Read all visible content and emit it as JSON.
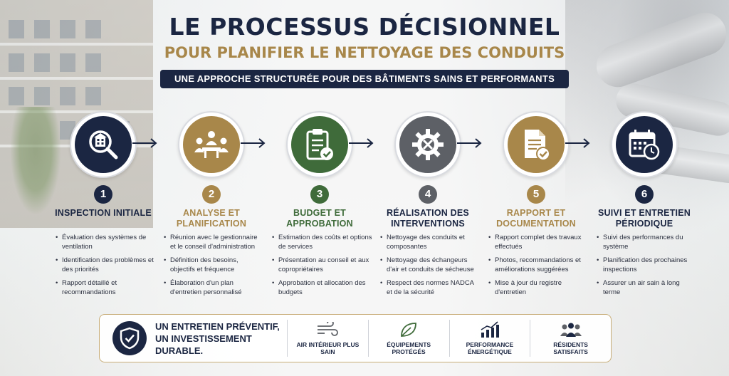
{
  "header": {
    "title_line1": "LE PROCESSUS DÉCISIONNEL",
    "title_line2": "POUR PLANIFIER LE NETTOYAGE DES CONDUITS",
    "subtitle": "UNE APPROCHE STRUCTURÉE POUR DES BÂTIMENTS SAINS ET PERFORMANTS"
  },
  "colors": {
    "navy": "#1b2642",
    "gold": "#a8874a",
    "green": "#3f6b3a",
    "gray": "#5d6066"
  },
  "steps": [
    {
      "number": "1",
      "title": "INSPECTION INITIALE",
      "icon": "building-magnifier-icon",
      "color": "#1b2642",
      "bullets": [
        "Évaluation des systèmes de ventilation",
        "Identification des problèmes et des priorités",
        "Rapport détaillé et recommandations"
      ]
    },
    {
      "number": "2",
      "title": "ANALYSE ET PLANIFICATION",
      "icon": "meeting-table-icon",
      "color": "#a8874a",
      "bullets": [
        "Réunion avec le gestionnaire et le conseil d'administration",
        "Définition des besoins, objectifs et fréquence",
        "Élaboration d'un plan d'entretien personnalisé"
      ]
    },
    {
      "number": "3",
      "title": "BUDGET ET APPROBATION",
      "icon": "clipboard-check-icon",
      "color": "#3f6b3a",
      "bullets": [
        "Estimation des coûts et options de services",
        "Présentation au conseil et aux copropriétaires",
        "Approbation et allocation des budgets"
      ]
    },
    {
      "number": "4",
      "title": "RÉALISATION DES INTERVENTIONS",
      "icon": "gear-tools-icon",
      "color": "#5d6066",
      "bullets": [
        "Nettoyage des conduits et composantes",
        "Nettoyage des échangeurs d'air et conduits de sécheuse",
        "Respect des normes NADCA et de la sécurité"
      ]
    },
    {
      "number": "5",
      "title": "RAPPORT ET DOCUMENTATION",
      "icon": "document-check-icon",
      "color": "#a8874a",
      "bullets": [
        "Rapport complet des travaux effectués",
        "Photos, recommandations et améliorations suggérées",
        "Mise à jour du registre d'entretien"
      ]
    },
    {
      "number": "6",
      "title": "SUIVI ET ENTRETIEN PÉRIODIQUE",
      "icon": "calendar-clock-icon",
      "color": "#1b2642",
      "bullets": [
        "Suivi des performances du système",
        "Planification des prochaines inspections",
        "Assurer un air sain à long terme"
      ]
    }
  ],
  "footer": {
    "motto_line1": "UN ENTRETIEN PRÉVENTIF,",
    "motto_line2": "UN INVESTISSEMENT DURABLE.",
    "features": [
      {
        "label": "AIR INTÉRIEUR PLUS SAIN",
        "icon": "wind-icon"
      },
      {
        "label": "ÉQUIPEMENTS PROTÉGÉS",
        "icon": "leaf-icon"
      },
      {
        "label": "PERFORMANCE ÉNERGÉTIQUE",
        "icon": "growth-chart-icon"
      },
      {
        "label": "RÉSIDENTS SATISFAITS",
        "icon": "people-icon"
      }
    ]
  }
}
